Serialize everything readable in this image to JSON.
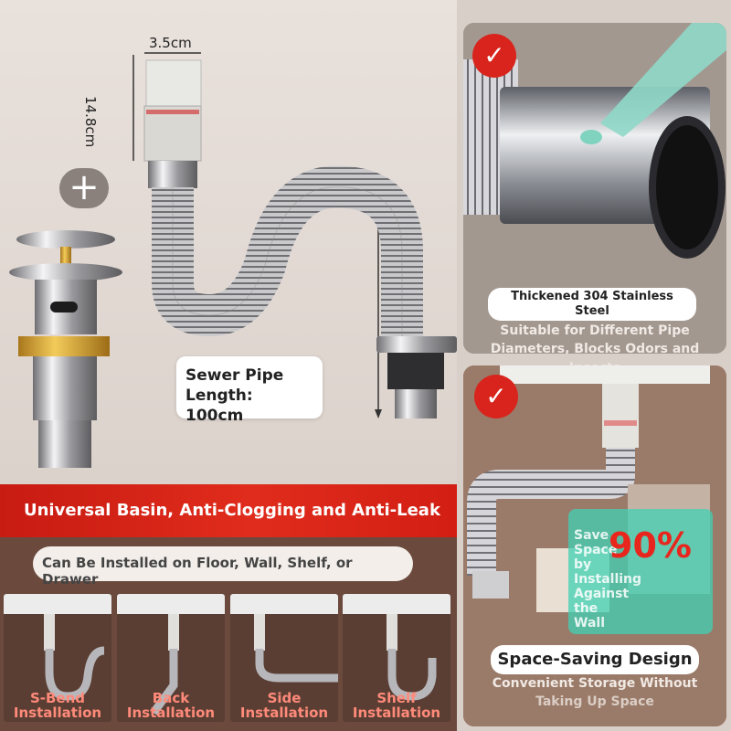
{
  "main": {
    "width_label": "3.5cm",
    "height_label": "14.8cm",
    "plus_symbol": "+",
    "pipe_length_line1": "Sewer Pipe",
    "pipe_length_line2": "Length: 100cm"
  },
  "banner": {
    "title": "Universal Basin, Anti-Clogging and Anti-Leak",
    "color": "#d21f15"
  },
  "installation": {
    "subtitle": "Can Be Installed on Floor, Wall, Shelf, or Drawer",
    "options": [
      {
        "line1": "S-Bend",
        "line2": "Installation"
      },
      {
        "line1": "Back",
        "line2": "Installation"
      },
      {
        "line1": "Side",
        "line2": "Installation"
      },
      {
        "line1": "Shelf",
        "line2": "Installation"
      }
    ]
  },
  "features": [
    {
      "title_line1": "Thickened 304 Stainless",
      "title_line2": "Steel",
      "desc_line1": "Suitable for Different Pipe",
      "desc_line2": "Diameters, Blocks Odors and",
      "desc_line3": "Insects",
      "icon": "check-icon"
    },
    {
      "title_line1": "Space-Saving Design",
      "desc_line1": "Convenient Storage Without",
      "desc_line2": "Taking Up Space",
      "saving_value": "90%",
      "saving_text": "Save Space by Installing Against the Wall",
      "icon": "check-icon"
    }
  ],
  "colors": {
    "accent_red": "#d8241c",
    "label_red": "#ff8a7a",
    "teal_overlay": "#40d2b4"
  }
}
